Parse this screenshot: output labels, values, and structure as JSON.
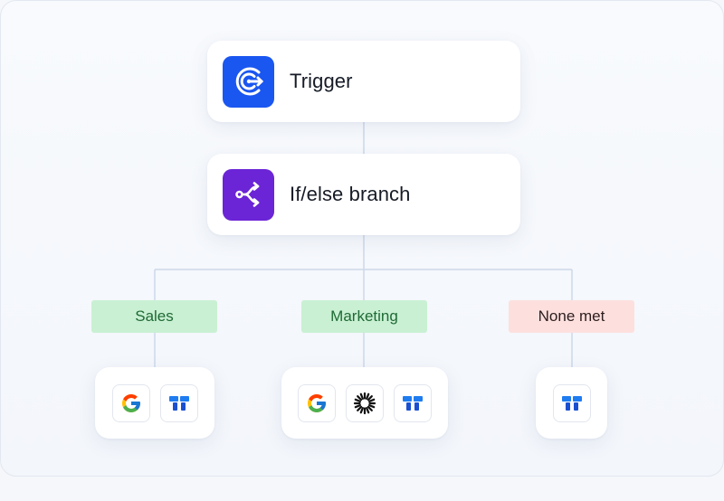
{
  "nodes": {
    "trigger": {
      "title": "Trigger",
      "icon": "trigger-icon",
      "color": "#1a56f0"
    },
    "ifelse": {
      "title": "If/else branch",
      "icon": "branch-icon",
      "color": "#6b24d6"
    }
  },
  "branches": [
    {
      "label": "Sales",
      "status_color": "#c9f0d3",
      "apps": [
        "google-icon",
        "tray-icon"
      ]
    },
    {
      "label": "Marketing",
      "status_color": "#c9f0d3",
      "apps": [
        "google-icon",
        "sunburst-icon",
        "tray-icon"
      ]
    },
    {
      "label": "None met",
      "status_color": "#fde0de",
      "apps": [
        "tray-icon"
      ]
    }
  ]
}
